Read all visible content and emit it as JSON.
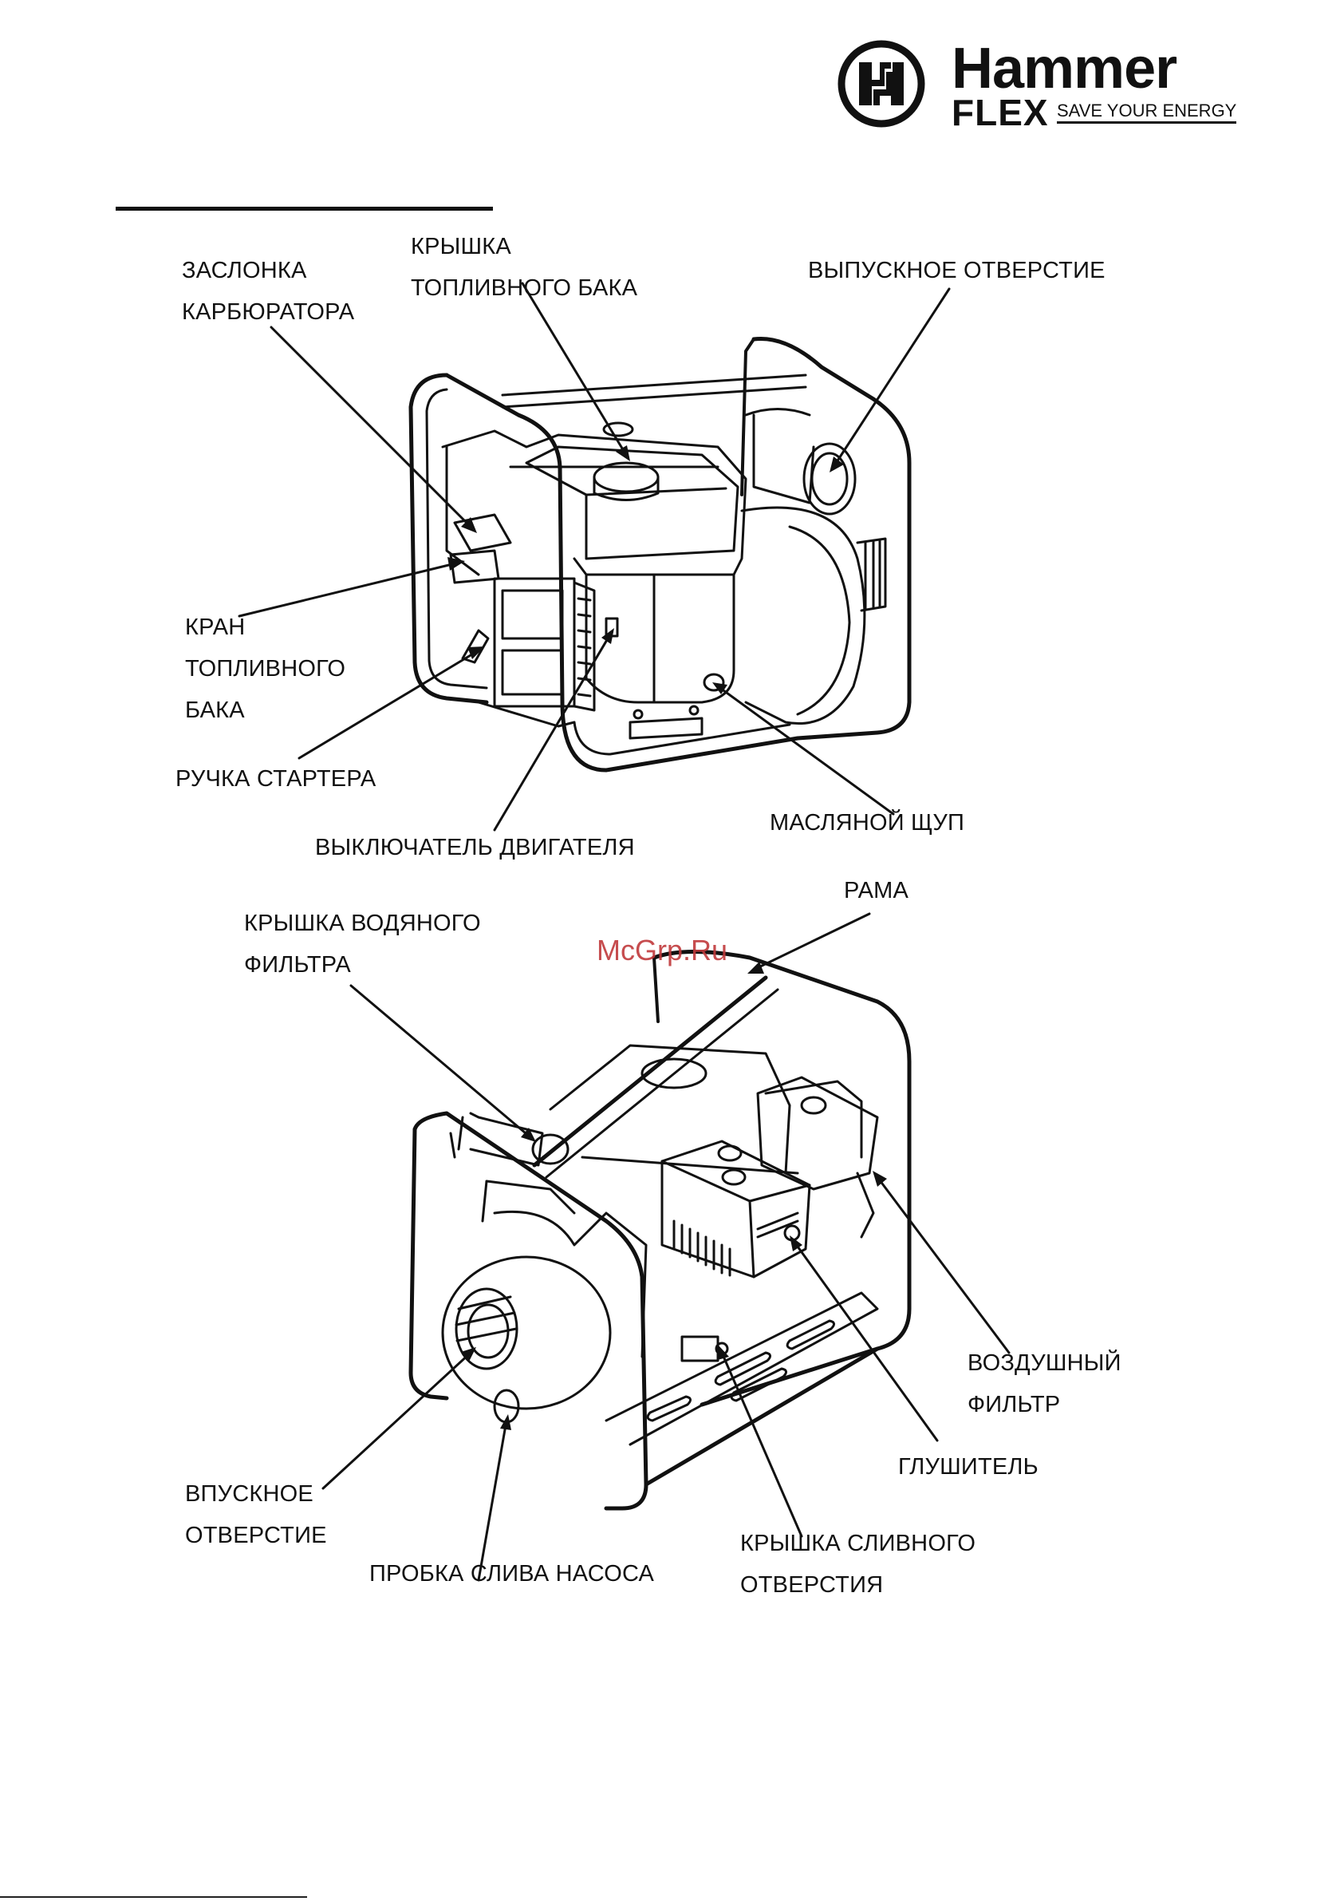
{
  "brand": {
    "name": "Hammer",
    "sub": "FLEX",
    "tagline": "SAVE YOUR ENERGY"
  },
  "watermark": "McGrp.Ru",
  "labels": {
    "choke": [
      "ЗАСЛОНКА",
      "КАРБЮРАТОРА"
    ],
    "fuel_cap": [
      "КРЫШКА",
      "ТОПЛИВНОГО БАКА"
    ],
    "outlet": [
      "ВЫПУСКНОЕ ОТВЕРСТИЕ"
    ],
    "fuel_valve": [
      "КРАН",
      "ТОПЛИВНОГО",
      "БАКА"
    ],
    "starter_handle": [
      "РУЧКА СТАРТЕРА"
    ],
    "engine_switch": [
      "ВЫКЛЮЧАТЕЛЬ ДВИГАТЕЛЯ"
    ],
    "oil_dipstick": [
      "МАСЛЯНОЙ ЩУП"
    ],
    "frame": [
      "РАМА"
    ],
    "water_filter_cap": [
      "КРЫШКА ВОДЯНОГО",
      "ФИЛЬТРА"
    ],
    "air_filter": [
      "ВОЗДУШНЫЙ",
      "ФИЛЬТР"
    ],
    "muffler": [
      "ГЛУШИТЕЛЬ"
    ],
    "inlet": [
      "ВПУСКНОЕ",
      "ОТВЕРСТИЕ"
    ],
    "pump_drain_plug": [
      "ПРОБКА СЛИВА НАСОСА"
    ],
    "drain_cap": [
      "КРЫШКА СЛИВНОГО",
      "ОТВЕРСТИЯ"
    ]
  }
}
